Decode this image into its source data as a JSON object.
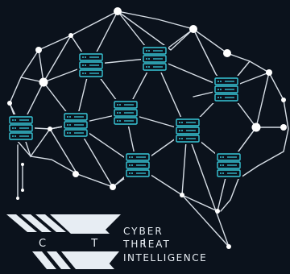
{
  "logo": {
    "acronym": "C T I",
    "line1": "CYBER",
    "line2": "THREAT",
    "line3": "INTELLIGENCE"
  },
  "icons": {
    "server": "server-icon",
    "logo_mark": "cti-logo-mark"
  },
  "colors": {
    "background": "#0b121c",
    "lines": "#d7dee6",
    "server": "#38c7d8",
    "text": "#e7edf3"
  }
}
